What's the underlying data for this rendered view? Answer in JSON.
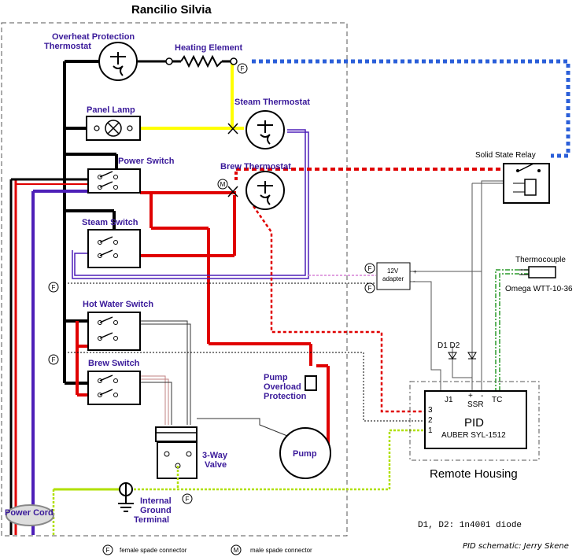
{
  "title": "Rancilio Silvia",
  "labels": {
    "overheat": "Overheat Protection",
    "overheat2": "Thermostat",
    "heating_element": "Heating Element",
    "panel_lamp": "Panel Lamp",
    "steam_thermostat": "Steam Thermostat",
    "power_switch": "Power Switch",
    "brew_thermostat": "Brew Thermostat",
    "steam_switch": "Steam Switch",
    "hot_water_switch": "Hot Water Switch",
    "brew_switch": "Brew Switch",
    "pump_overload_1": "Pump",
    "pump_overload_2": "Overload",
    "pump_overload_3": "Protection",
    "pump": "Pump",
    "valve_1": "3-Way",
    "valve_2": "Valve",
    "ground_1": "Internal",
    "ground_2": "Ground",
    "ground_3": "Terminal",
    "power_cord": "Power Cord",
    "ssr": "Solid State Relay",
    "thermocouple": "Thermocouple",
    "omega": "Omega WTT-10-36",
    "adapter_1": "12V",
    "adapter_2": "adapter",
    "diodes": "D1 D2",
    "j1": "J1",
    "ssr_pin": "SSR",
    "tc_pin": "TC",
    "pin3": "3",
    "pin2": "2",
    "pin1": "1",
    "pid": "PID",
    "pid_model": "AUBER SYL-1512",
    "remote_housing": "Remote Housing",
    "diode_note": "D1, D2: 1n4001 diode",
    "credit": "PID schematic: Jerry Skene",
    "legend_female_letter": "F",
    "legend_female": "female spade connector",
    "legend_male_letter": "M",
    "legend_male": "male spade connector",
    "plus": "+",
    "minus": "-"
  },
  "colors": {
    "black": "#000000",
    "red": "#e00000",
    "yellow": "#ffff00",
    "blue_dashed": "#2b5fd9",
    "purple": "#4d1fb8",
    "pink_dotted": "#e0a0e0",
    "green_dotted": "#b0e000",
    "green_dashdot": "#2a9a2a"
  }
}
